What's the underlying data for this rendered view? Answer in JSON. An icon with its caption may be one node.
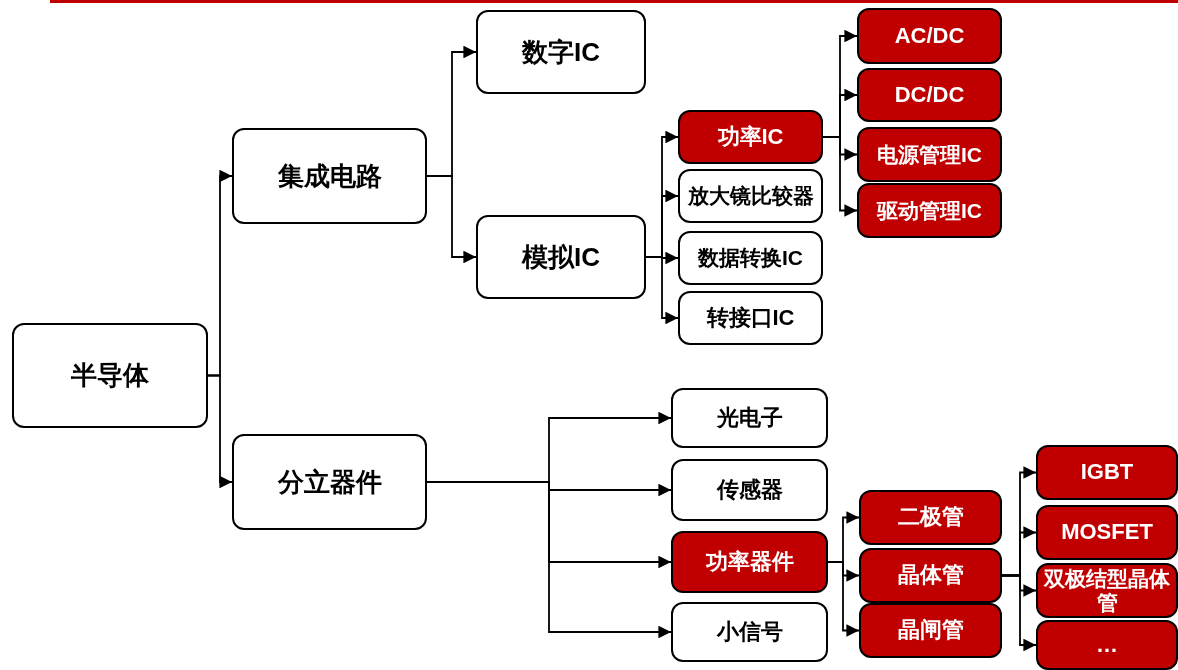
{
  "diagram": {
    "nodes": [
      {
        "text": [
          "半导体"
        ]
      },
      {
        "text": [
          "集成电路"
        ]
      },
      {
        "text": [
          "分立器件"
        ]
      },
      {
        "text": [
          "数字IC"
        ]
      },
      {
        "text": [
          "模拟IC"
        ]
      },
      {
        "text": [
          "功率IC"
        ]
      },
      {
        "text": [
          "放大镜比较器"
        ]
      },
      {
        "text": [
          "数据转换IC"
        ]
      },
      {
        "text": [
          "转接口IC"
        ]
      },
      {
        "text": [
          "AC/DC"
        ]
      },
      {
        "text": [
          "DC/DC"
        ]
      },
      {
        "text": [
          "电源管理IC"
        ]
      },
      {
        "text": [
          "驱动管理IC"
        ]
      },
      {
        "text": [
          "光电子"
        ]
      },
      {
        "text": [
          "传感器"
        ]
      },
      {
        "text": [
          "功率器件"
        ]
      },
      {
        "text": [
          "小信号"
        ]
      },
      {
        "text": [
          "二极管"
        ]
      },
      {
        "text": [
          "晶体管"
        ]
      },
      {
        "text": [
          "晶闸管"
        ]
      },
      {
        "text": [
          "IGBT"
        ]
      },
      {
        "text": [
          "MOSFET"
        ]
      },
      {
        "text": [
          "双极结型晶体管"
        ]
      },
      {
        "text": [
          "…"
        ]
      }
    ],
    "edges": [
      {
        "from": 0,
        "to": 1,
        "arrow": "to"
      },
      {
        "from": 0,
        "to": 2,
        "arrow": "to"
      },
      {
        "from": 1,
        "to": 3,
        "arrow": "to"
      },
      {
        "from": 1,
        "to": 4,
        "arrow": "to"
      },
      {
        "from": 4,
        "to": 5,
        "arrow": "to"
      },
      {
        "from": 4,
        "to": 6,
        "arrow": "to"
      },
      {
        "from": 4,
        "to": 7,
        "arrow": "to"
      },
      {
        "from": 4,
        "to": 8,
        "arrow": "to"
      },
      {
        "from": 5,
        "to": 9,
        "arrow": "to"
      },
      {
        "from": 5,
        "to": 10,
        "arrow": "to"
      },
      {
        "from": 5,
        "to": 11,
        "arrow": "to"
      },
      {
        "from": 5,
        "to": 12,
        "arrow": "to"
      },
      {
        "from": 2,
        "to": 13,
        "arrow": "to"
      },
      {
        "from": 2,
        "to": 14,
        "arrow": "to"
      },
      {
        "from": 2,
        "to": 15,
        "arrow": "to"
      },
      {
        "from": 2,
        "to": 16,
        "arrow": "to"
      },
      {
        "from": 15,
        "to": 17,
        "arrow": "to"
      },
      {
        "from": 15,
        "to": 18,
        "arrow": "to"
      },
      {
        "from": 15,
        "to": 19,
        "arrow": "to"
      },
      {
        "from": 18,
        "to": 20,
        "arrow": "to"
      },
      {
        "from": 18,
        "to": 21,
        "arrow": "to"
      },
      {
        "from": 18,
        "to": 22,
        "arrow": "to"
      },
      {
        "from": 18,
        "to": 23,
        "arrow": "to"
      }
    ]
  }
}
